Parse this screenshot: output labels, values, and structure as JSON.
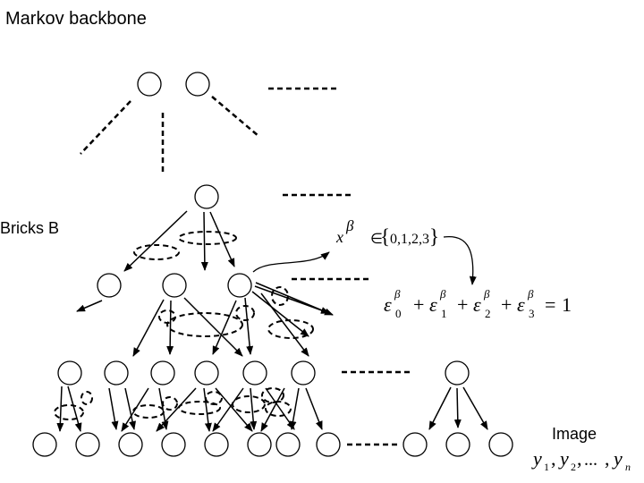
{
  "title": "Markov backbone",
  "bricks_label": "Bricks B",
  "image_label": "Image",
  "state_formula": {
    "variable": "x",
    "superscript": "β",
    "member_of": "∈",
    "set_values": "0,1,2,3"
  },
  "prob_formula": {
    "terms": [
      {
        "symbol": "ε",
        "sup": "β",
        "sub": "0"
      },
      {
        "symbol": "ε",
        "sup": "β",
        "sub": "1"
      },
      {
        "symbol": "ε",
        "sup": "β",
        "sub": "2"
      },
      {
        "symbol": "ε",
        "sup": "β",
        "sub": "3"
      }
    ],
    "plus": "+",
    "equals": "=",
    "rhs": "1"
  },
  "observation_formula": {
    "variable": "y",
    "first_sub": "1",
    "second_sub": "2",
    "separator": ",",
    "ellipsis": "...",
    "last_sub": "n"
  },
  "colors": {
    "stroke": "#000000",
    "fill": "#ffffff"
  }
}
